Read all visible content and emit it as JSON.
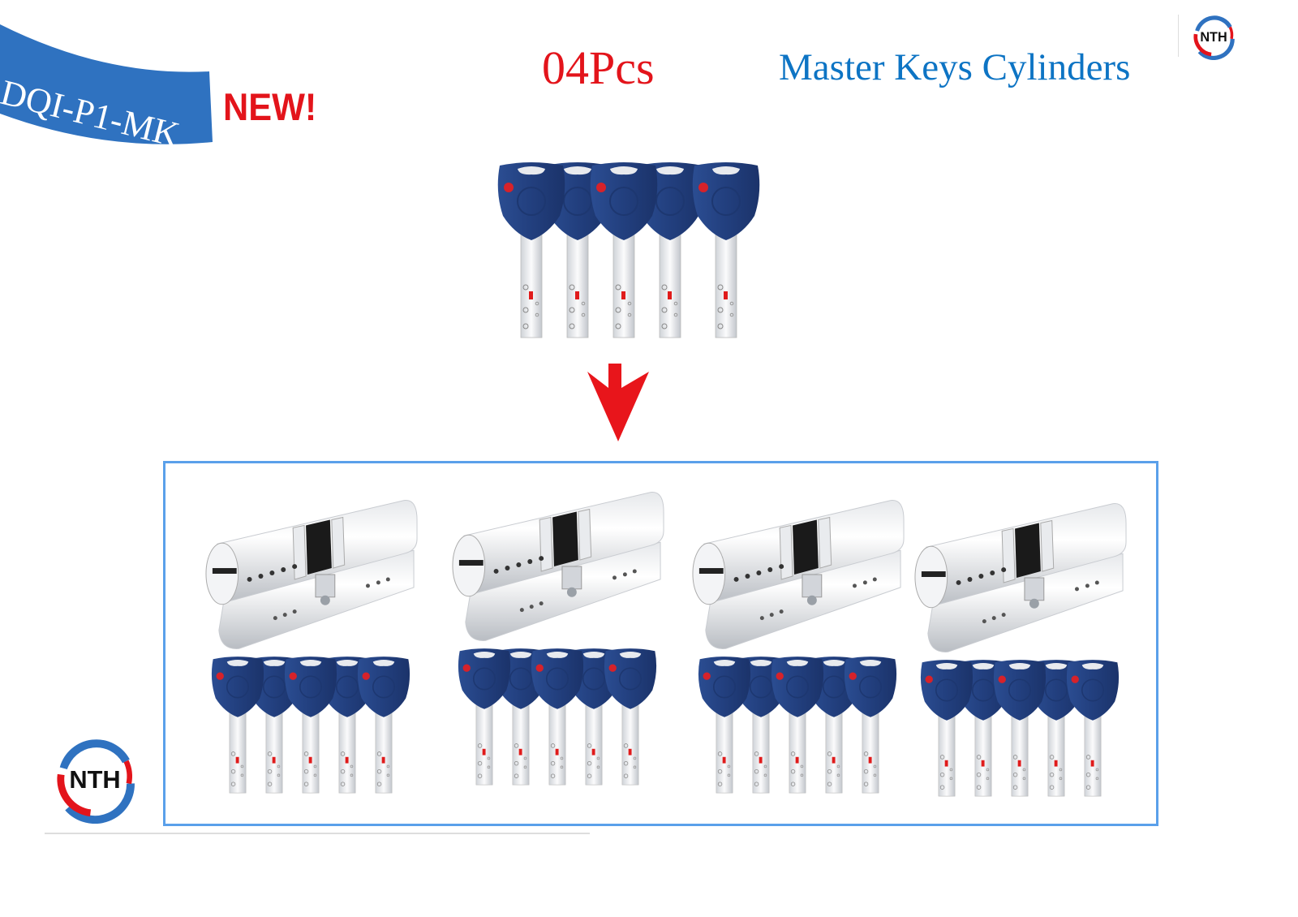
{
  "banner": {
    "model": "DQI-P1-MK",
    "badge": "NEW!",
    "color": "#2f72c0"
  },
  "header": {
    "quantity": "04Pcs",
    "title": "Master Keys Cylinders"
  },
  "brand": {
    "logo_text": "NTH"
  },
  "colors": {
    "accent_red": "#e3141b",
    "title_blue": "#0d74c4",
    "key_blue": "#223f7e",
    "box_border": "#5aa0ea"
  },
  "master_keys": {
    "count": 5
  },
  "cylinders": [
    {
      "keys": 5
    },
    {
      "keys": 5
    },
    {
      "keys": 5
    },
    {
      "keys": 5
    }
  ]
}
